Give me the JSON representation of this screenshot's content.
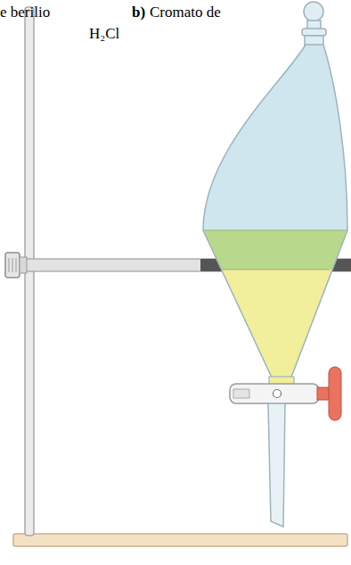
{
  "diagram": {
    "labels": [
      "e berilio",
      "b)",
      "Cromato de",
      "H₂Cl"
    ]
  }
}
